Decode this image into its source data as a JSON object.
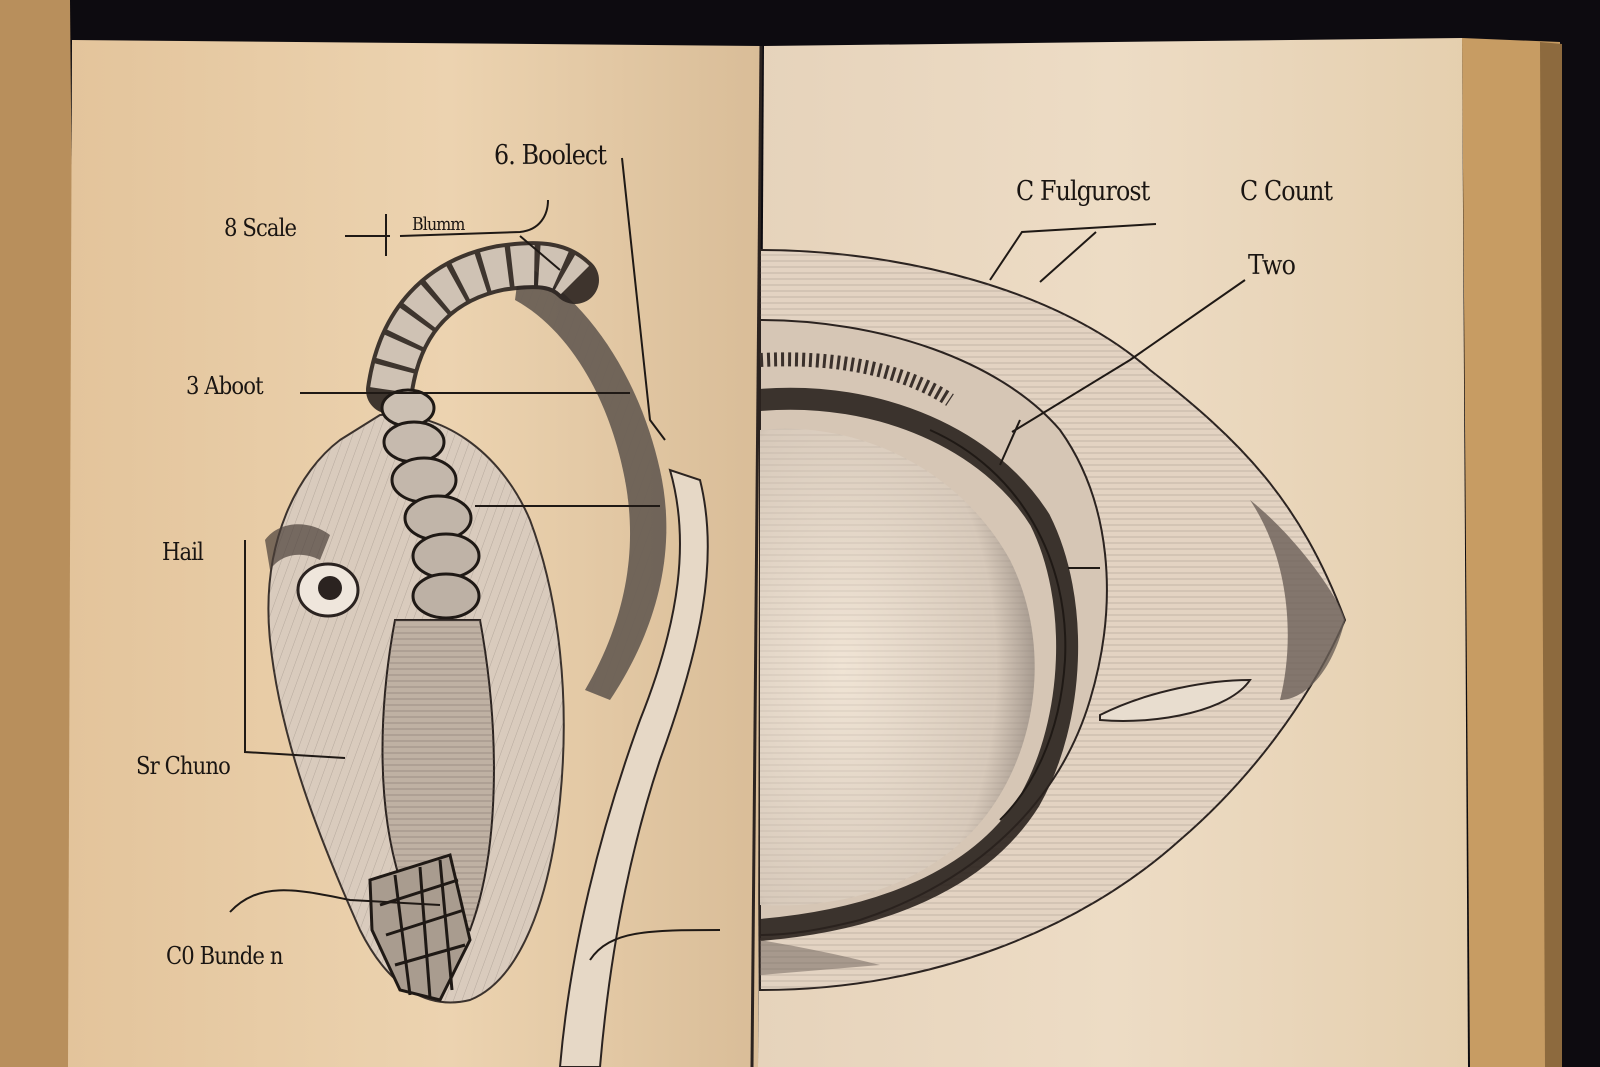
{
  "photo": {
    "subject": "open-book-anatomical-illustration",
    "colors": {
      "background": "#0d0b10",
      "book_edge": "#c9a06a",
      "page_left": "#e9cda8",
      "page_right": "#ecd7bd",
      "ink": "#1a1512"
    }
  },
  "left_page": {
    "labels": {
      "top": "6. Boolect",
      "scale": "8  Scale",
      "bar": "Blumm",
      "abort": "3  Aboot",
      "hail": "Hail",
      "sr": "Sr  Chuno",
      "bottom": "C0  Bunde n"
    }
  },
  "right_page": {
    "labels": {
      "c_fulgurost": "C  Fulgurost",
      "c_count": "C  Count",
      "two": "Two"
    }
  }
}
